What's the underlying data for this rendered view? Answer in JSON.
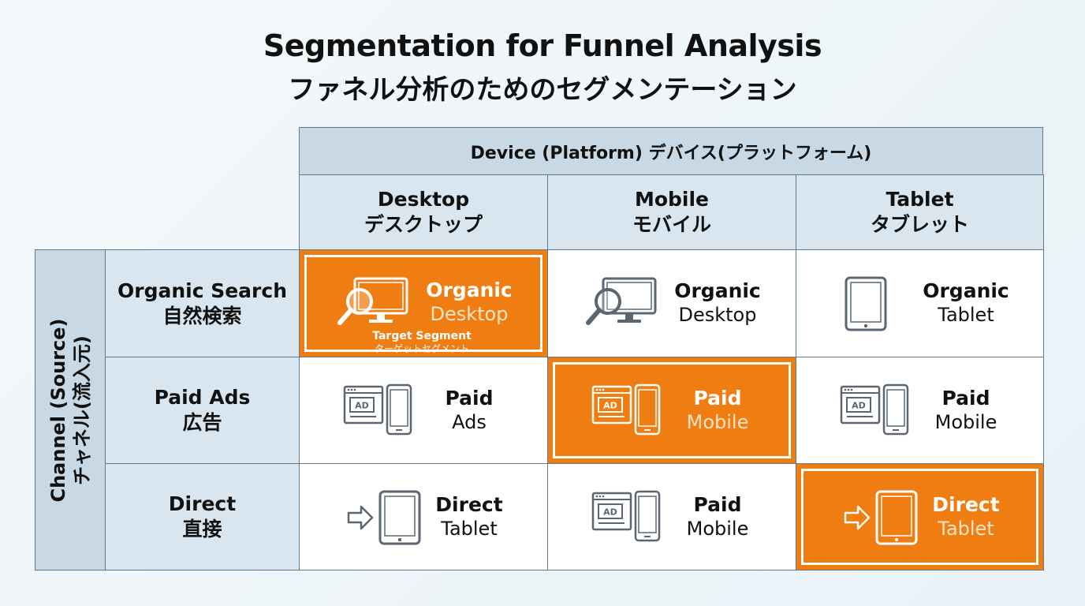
{
  "title": {
    "en": "Segmentation for Funnel Analysis",
    "ja": "ファネル分析のためのセグメンテーション"
  },
  "device_header": "Device (Platform)  デバイス(プラットフォーム)",
  "channel_header": {
    "en": "Channel (Source)",
    "ja": "チャネル(流入元)"
  },
  "devices": [
    {
      "en": "Desktop",
      "ja": "デスクトップ"
    },
    {
      "en": "Mobile",
      "ja": "モバイル"
    },
    {
      "en": "Tablet",
      "ja": "タブレット"
    }
  ],
  "channels": [
    {
      "en": "Organic Search",
      "ja": "自然検索"
    },
    {
      "en": "Paid Ads",
      "ja": "広告"
    },
    {
      "en": "Direct",
      "ja": "直接"
    }
  ],
  "cells": [
    [
      {
        "a": "Organic",
        "b": "Desktop",
        "icon": "search-monitor-icon",
        "highlight": true,
        "tag": {
          "en": "Target Segment",
          "ja": "ターゲットセグメント"
        }
      },
      {
        "a": "Organic",
        "b": "Desktop",
        "icon": "search-monitor-icon",
        "highlight": false
      },
      {
        "a": "Organic",
        "b": "Tablet",
        "icon": "tablet-icon",
        "highlight": false
      }
    ],
    [
      {
        "a": "Paid",
        "b": "Ads",
        "icon": "ad-browser-phone-icon",
        "highlight": false
      },
      {
        "a": "Paid",
        "b": "Mobile",
        "icon": "ad-browser-phone-icon",
        "highlight": true
      },
      {
        "a": "Paid",
        "b": "Mobile",
        "icon": "ad-browser-phone-icon",
        "highlight": false
      }
    ],
    [
      {
        "a": "Direct",
        "b": "Tablet",
        "icon": "arrow-tablet-icon",
        "highlight": false
      },
      {
        "a": "Paid",
        "b": "Mobile",
        "icon": "ad-browser-phone-icon",
        "highlight": false
      },
      {
        "a": "Direct",
        "b": "Tablet",
        "icon": "arrow-tablet-icon",
        "highlight": true
      }
    ]
  ],
  "ad_badge": "AD",
  "colors": {
    "accent": "#f07d12",
    "header": "#d9e6ef",
    "header_dark": "#c8d9e5",
    "border": "#5f7a8c",
    "icon": "#5b6670"
  }
}
